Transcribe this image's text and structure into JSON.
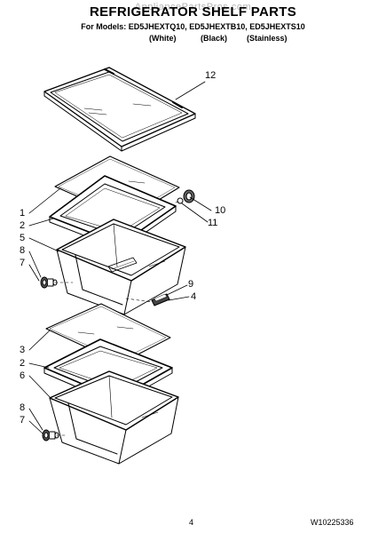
{
  "header": {
    "title": "REFRIGERATOR SHELF PARTS",
    "watermark": "AppliancePartsPros.com",
    "models": "For Models: ED5JHEXTQ10, ED5JHEXTB10, ED5JHEXTS10",
    "variants": [
      "(White)",
      "(Black)",
      "(Stainless)"
    ]
  },
  "callouts": [
    "12",
    "1",
    "2",
    "5",
    "8",
    "7",
    "10",
    "11",
    "9",
    "4",
    "3",
    "2",
    "6",
    "8",
    "7"
  ],
  "footer": {
    "page": "4",
    "doc_number": "W10225336"
  }
}
